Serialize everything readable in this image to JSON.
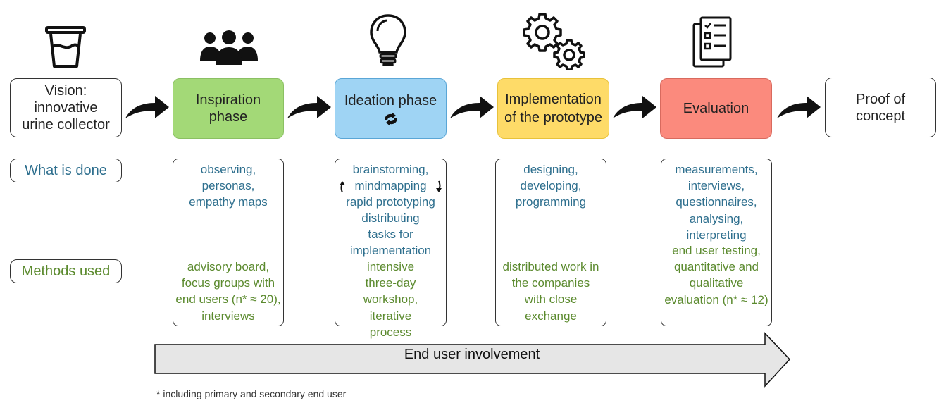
{
  "start": "Vision: innovative urine collector",
  "end": "Proof of concept",
  "stages": [
    {
      "title": "Inspiration phase",
      "done": "observing, personas, empathy maps",
      "methods": "advisory board, focus groups with end users (n* ≈ 20), interviews",
      "color": "#a3d977",
      "icon": "people-icon"
    },
    {
      "title": "Ideation phase",
      "done": "brainstorming, mindmapping rapid prototyping",
      "methods_top": "distributing tasks for implementation",
      "methods": "intensive three-day workshop, iterative process",
      "color": "#9fd4f4",
      "icon": "lightbulb-icon"
    },
    {
      "title": "Implementation of the prototype",
      "done": "designing, developing, programming",
      "methods": "distributed work in the companies with close exchange",
      "color": "#fedb68",
      "icon": "gears-icon"
    },
    {
      "title": "Evaluation",
      "done": "measurements, interviews, questionnaires, analysing, interpreting",
      "methods": "end user testing, quantitative and qualitative evaluation (n* ≈ 12)",
      "color": "#fb8a7d",
      "icon": "checklist-icon"
    }
  ],
  "row_labels": {
    "done": "What is done",
    "methods": "Methods used"
  },
  "colors": {
    "done_text": "#2e6f8e",
    "methods_text": "#5b8a2e"
  },
  "timeline": "End user involvement",
  "footnote": "* including primary and secondary end user"
}
